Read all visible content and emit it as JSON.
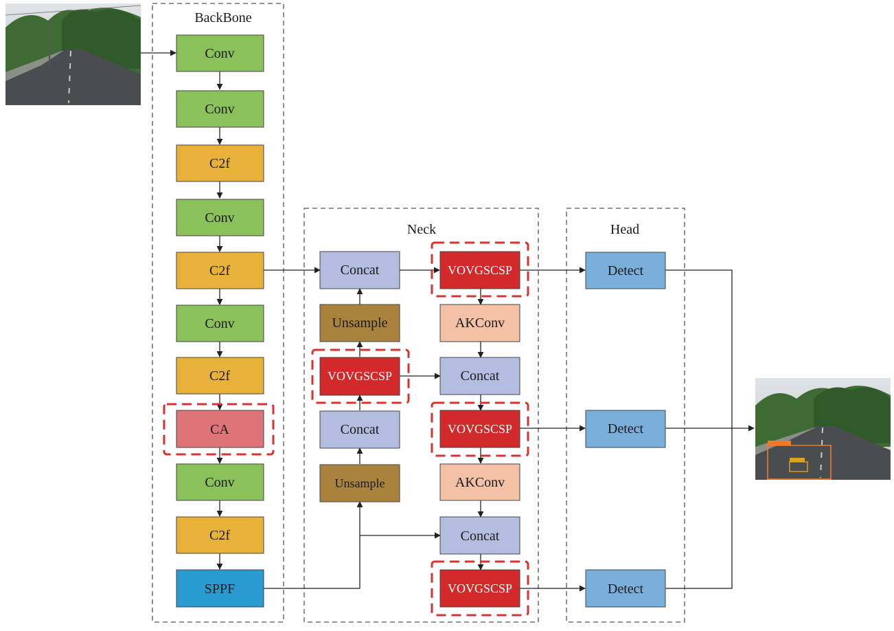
{
  "sections": {
    "backbone": "BackBone",
    "neck": "Neck",
    "head": "Head"
  },
  "colors": {
    "conv": "#8bc15a",
    "c2f": "#e8b23a",
    "ca": "#dd7477",
    "sppf": "#2a9bd0",
    "concat": "#b3bddf",
    "unsample": "#a9833e",
    "vovgscsp": "#d22a2a",
    "akconv": "#f2c1a6",
    "detect": "#7aaedb",
    "highlight": "#d93030"
  },
  "backbone_blocks": [
    {
      "type": "conv",
      "label": "Conv"
    },
    {
      "type": "conv",
      "label": "Conv"
    },
    {
      "type": "c2f",
      "label": "C2f"
    },
    {
      "type": "conv",
      "label": "Conv"
    },
    {
      "type": "c2f",
      "label": "C2f"
    },
    {
      "type": "conv",
      "label": "Conv"
    },
    {
      "type": "c2f",
      "label": "C2f"
    },
    {
      "type": "ca",
      "label": "CA"
    },
    {
      "type": "conv",
      "label": "Conv"
    },
    {
      "type": "c2f",
      "label": "C2f"
    },
    {
      "type": "sppf",
      "label": "SPPF"
    }
  ],
  "neck_left_blocks": [
    {
      "type": "concat",
      "label": "Concat"
    },
    {
      "type": "unsample",
      "label": "Unsample"
    },
    {
      "type": "vovgscsp",
      "label": "VOVGSCSP"
    },
    {
      "type": "concat",
      "label": "Concat"
    },
    {
      "type": "unsample",
      "label": "Unsample"
    }
  ],
  "neck_right_blocks": [
    {
      "type": "vovgscsp",
      "label": "VOVGSCSP"
    },
    {
      "type": "akconv",
      "label": "AKConv"
    },
    {
      "type": "concat",
      "label": "Concat"
    },
    {
      "type": "vovgscsp",
      "label": "VOVGSCSP"
    },
    {
      "type": "akconv",
      "label": "AKConv"
    },
    {
      "type": "concat",
      "label": "Concat"
    },
    {
      "type": "vovgscsp",
      "label": "VOVGSCSP"
    }
  ],
  "head_blocks": [
    {
      "type": "detect",
      "label": "Detect"
    },
    {
      "type": "detect",
      "label": "Detect"
    },
    {
      "type": "detect",
      "label": "Detect"
    }
  ],
  "images": {
    "input": "road-input-photo",
    "output": "road-detection-output-photo"
  }
}
